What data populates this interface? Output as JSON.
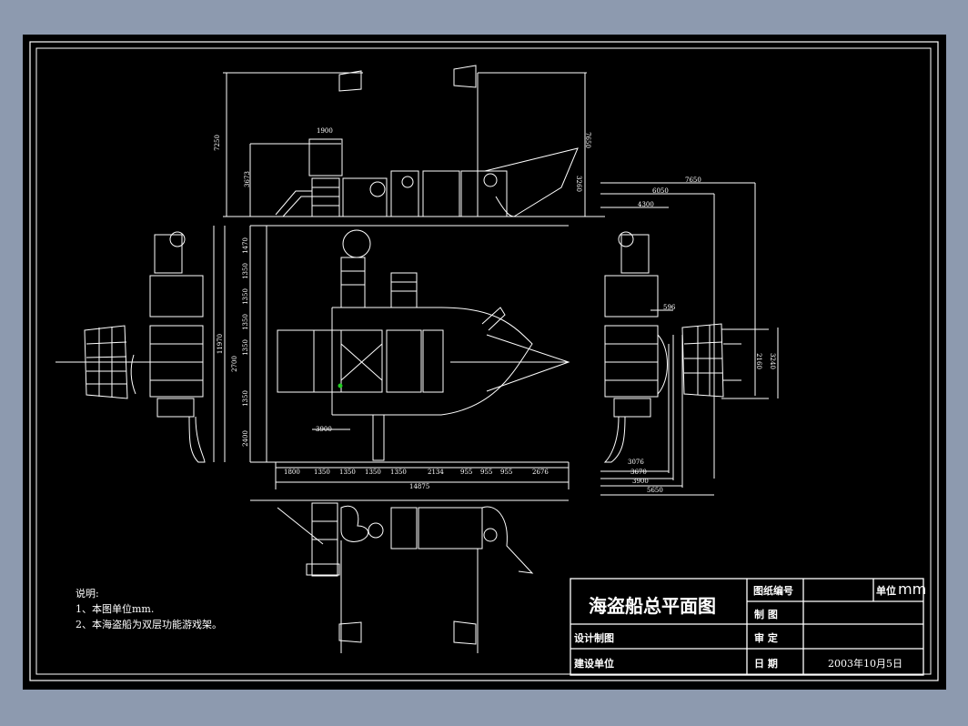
{
  "title_block": {
    "title": "海盗船总平面图",
    "drawing_no_label": "图纸编号",
    "unit_label": "单位",
    "unit_value": "mm",
    "drafting_label": "制    图",
    "design_label": "设计制图",
    "review_label": "审    定",
    "client_label": "建设单位",
    "date_label": "日    期",
    "date_value": "2003年10月5日"
  },
  "notes": {
    "heading": "说明:",
    "line1": "1、本图单位mm.",
    "line2": "2、本海盗船为双层功能游戏架。"
  },
  "dims": {
    "top": [
      "7250",
      "3673",
      "1900",
      "7650",
      "3260"
    ],
    "left": [
      "1470",
      "1350",
      "1350",
      "1350",
      "1350",
      "2700",
      "1350",
      "2400",
      "11970"
    ],
    "bottom": [
      "1800",
      "1350",
      "1350",
      "1350",
      "1350",
      "2134",
      "955",
      "955",
      "955",
      "2676"
    ],
    "bottom_total": "14875",
    "inner": [
      "3900"
    ],
    "right_top": [
      "7650",
      "6050",
      "4300",
      "596"
    ],
    "right_side": [
      "2160",
      "3240"
    ],
    "right_bottom": [
      "3076",
      "3670",
      "3900",
      "5650"
    ]
  }
}
